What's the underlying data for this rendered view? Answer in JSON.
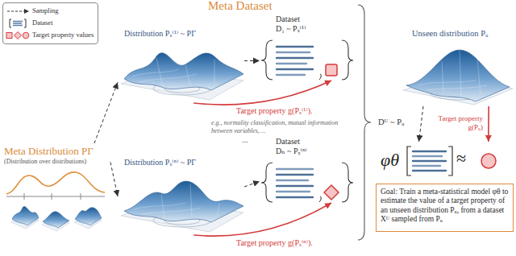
{
  "diagram": {
    "nodes": [
      {
        "text": [
          "Meta Distribution PΓ",
          "(Distribution over distributions)"
        ]
      },
      {
        "text": [
          "Distribution Pₓ⁽¹⁾ ~ PΓ"
        ]
      },
      {
        "text": [
          "Dataset",
          "D₁ ~ Pₓ⁽¹⁾"
        ]
      },
      {
        "text": [
          "Distribution Pₓ⁽ⁿ⁾ ~ PΓ"
        ]
      },
      {
        "text": [
          "Dataset",
          "Dₙ ~ Pₓ⁽ⁿ⁾"
        ]
      },
      {
        "text": [
          "Unseen distribution Pᵤ"
        ]
      },
      {
        "text": [
          "φθ"
        ]
      },
      {
        "text": [
          "Goal: Train a meta-statistical model φθ to estimate the value of a target property of an unseen distribution Pᵤ, from a dataset Xᵁ sampled from Pᵤ"
        ]
      }
    ],
    "edges": [
      {
        "from": 0,
        "to": 1,
        "arrow": "to"
      },
      {
        "from": 0,
        "to": 3,
        "arrow": "to"
      },
      {
        "from": 1,
        "to": 2,
        "arrow": "to"
      },
      {
        "from": 1,
        "to": 2,
        "arrow": "to",
        "label": "Target property g(Pₓ⁽¹⁾)."
      },
      {
        "from": 3,
        "to": 4,
        "arrow": "to"
      },
      {
        "from": 3,
        "to": 4,
        "arrow": "to",
        "label": "Target property g(Pₓ⁽ⁿ⁾)."
      },
      {
        "from": 5,
        "to": 6,
        "arrow": "to",
        "label": "Dᵁ ~ Pᵤ"
      },
      {
        "from": 5,
        "to": 6,
        "arrow": "to",
        "label": "Target property g(Pᵤ)"
      }
    ],
    "labels": [
      "Meta Dataset",
      "e.g., normality classification, mutual information between variables, ...",
      "...",
      "≈"
    ],
    "legend": [
      {
        "text": "Sampling"
      },
      {
        "text": "Dataset"
      },
      {
        "text": "Target property values"
      }
    ]
  }
}
